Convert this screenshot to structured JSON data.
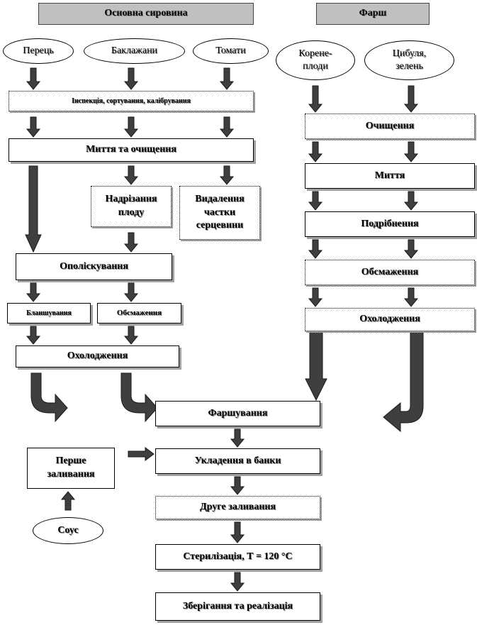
{
  "headers": {
    "main": "Основна сировина",
    "farsh": "Фарш"
  },
  "inputs": {
    "pepper": "Перець",
    "eggplant": "Баклажани",
    "tomatoes": "Томати",
    "root_vegetables": "Корене-\nплоди",
    "onion_greens": "Цибуля,\nзелень",
    "sauce": "Соус"
  },
  "steps": {
    "inspection": "Інспекція, сортування, калібрування",
    "washing_cleaning": "Миття та очищення",
    "cutting": "Надрізання\nплоду",
    "core_removal": "Видалення\nчастки\nсерцевини",
    "rinsing": "Ополіскування",
    "blanching": "Бланшування",
    "frying_main": "Обсмаження",
    "cooling_main": "Охолодження",
    "cleaning": "Очищення",
    "washing": "Миття",
    "grinding": "Подрібнення",
    "frying_farsh": "Обсмаження",
    "cooling_farsh": "Охолодження",
    "stuffing": "Фаршування",
    "packing": "Укладення в банки",
    "first_filling": "Перше\nзаливання",
    "second_filling": "Друге заливання",
    "sterilization": "Стерилізація, Т = 120 °С",
    "storage": "Зберігання та реалізація"
  }
}
